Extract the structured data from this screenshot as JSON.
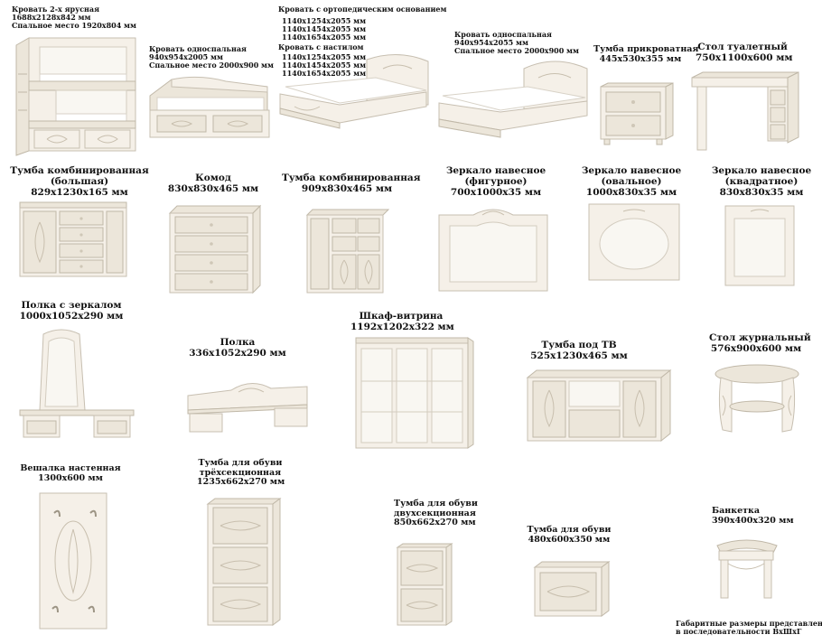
{
  "items": {
    "bunk": {
      "lines": [
        "Кровать 2-х ярусная",
        "1688x2128x842 мм",
        "Спальное место 1920x804 мм"
      ]
    },
    "single_bed": {
      "lines": [
        "Кровать односпальная",
        "940x954x2005 мм",
        "Спальное место 2000x900 мм"
      ]
    },
    "ortho": {
      "lines": [
        "Кровать с ортопедическим основанием",
        "1140x1254x2055 мм",
        "1140x1454x2055 мм",
        "1140x1654x2055 мм",
        "Кровать с настилом",
        "1140x1254x2055 мм",
        "1140x1454x2055 мм",
        "1140x1654x2055 мм"
      ]
    },
    "single_bed_2": {
      "lines": [
        "Кровать односпальная",
        "940x954x2055 мм",
        "Спальное место 2000x900 мм"
      ]
    },
    "nightstand": {
      "lines": [
        "Тумба прикроватная",
        "445x530x355 мм"
      ]
    },
    "dressing_table": {
      "lines": [
        "Стол туалетный",
        "750x1100x600 мм"
      ]
    },
    "combo_big": {
      "lines": [
        "Тумба комбинированная",
        "(большая)",
        "829x1230x165 мм"
      ]
    },
    "chest": {
      "lines": [
        "Комод",
        "830x830x465 мм"
      ]
    },
    "combo": {
      "lines": [
        "Тумба комбинированная",
        "909x830x465 мм"
      ]
    },
    "mirror_fig": {
      "lines": [
        "Зеркало навесное",
        "(фигурное)",
        "700x1000x35 мм"
      ]
    },
    "mirror_oval": {
      "lines": [
        "Зеркало навесное",
        "(овальное)",
        "1000x830x35 мм"
      ]
    },
    "mirror_sq": {
      "lines": [
        "Зеркало навесное",
        "(квадратное)",
        "830x830x35 мм"
      ]
    },
    "shelf_mirror": {
      "lines": [
        "Полка с зеркалом",
        "1000x1052x290 мм"
      ]
    },
    "shelf": {
      "lines": [
        "Полка",
        "336x1052x290 мм"
      ]
    },
    "showcase": {
      "lines": [
        "Шкаф-витрина",
        "1192x1202x322 мм"
      ]
    },
    "tv": {
      "lines": [
        "Тумба под ТВ",
        "525x1230x465 мм"
      ]
    },
    "coffee": {
      "lines": [
        "Стол журнальный",
        "576x900x600 мм"
      ]
    },
    "hanger": {
      "lines": [
        "Вешалка настенная",
        "1300x600 мм"
      ]
    },
    "shoe3": {
      "lines": [
        "Тумба для обуви",
        "трёхсекционная",
        "1235x662x270 мм"
      ]
    },
    "shoe2": {
      "lines": [
        "Тумба для обуви",
        "двухсекционная",
        "850x662x270 мм"
      ]
    },
    "shoe": {
      "lines": [
        "Тумба для обуви",
        "480x600x350 мм"
      ]
    },
    "bench": {
      "lines": [
        "Банкетка",
        "390x400x320 мм"
      ]
    }
  },
  "footnote": {
    "lines": [
      "Габаритные размеры представлены",
      "в последовательности ВхШхГ"
    ]
  },
  "colors": {
    "furniture": "#f5f0e8",
    "outline": "#c7bfb1",
    "ornament": "#c8bfae"
  }
}
